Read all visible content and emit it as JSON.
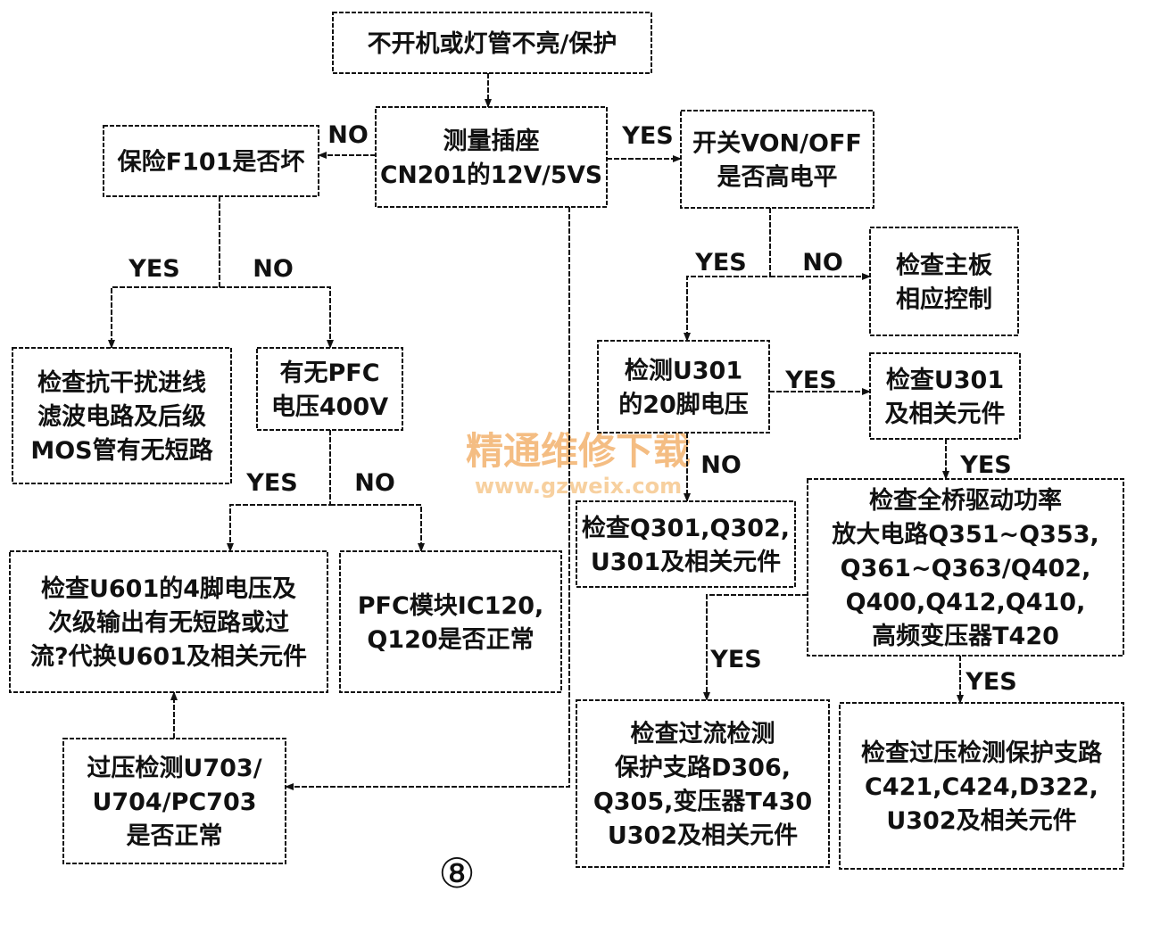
{
  "figure_number": "⑧",
  "watermark": {
    "title": "精通维修下载",
    "url": "www.gzweix.com"
  },
  "boxes": {
    "start": [
      "不开机或灯管不亮/保护"
    ],
    "measure": [
      "测量插座",
      "CN201的12V/5VS"
    ],
    "fuse": [
      "保险F101是否坏"
    ],
    "von": [
      "开关VON/OFF",
      "是否高电平"
    ],
    "mainboard": [
      "检查主板",
      "相应控制"
    ],
    "emi": [
      "检查抗干扰进线",
      "滤波电路及后级",
      "MOS管有无短路"
    ],
    "pfc_voltage": [
      "有无PFC",
      "电压400V"
    ],
    "u301_pin": [
      "检测U301",
      "的20脚电压"
    ],
    "u301_check": [
      "检查U301",
      "及相关元件"
    ],
    "q301": [
      "检查Q301,Q302,",
      "U301及相关元件"
    ],
    "fullbridge": [
      "检查全桥驱动功率",
      "放大电路Q351~Q353,",
      "Q361~Q363/Q402,",
      "Q400,Q412,Q410,",
      "高频变压器T420"
    ],
    "u601": [
      "检查U601的4脚电压及",
      "次级输出有无短路或过",
      "流?代换U601及相关元件"
    ],
    "pfc_module": [
      "PFC模块IC120,",
      "Q120是否正常"
    ],
    "overvoltage": [
      "过压检测U703/",
      "U704/PC703",
      "是否正常"
    ],
    "overcurrent": [
      "检查过流检测",
      "保护支路D306,",
      "Q305,变压器T430",
      "U302及相关元件"
    ],
    "ovp_branch": [
      "检查过压检测保护支路",
      "C421,C424,D322,",
      "U302及相关元件"
    ]
  },
  "labels": {
    "measure_no": "NO",
    "measure_yes": "YES",
    "fuse_yes": "YES",
    "fuse_no": "NO",
    "von_yes": "YES",
    "von_no": "NO",
    "u301_yes": "YES",
    "u301_no": "NO",
    "u301check_yes": "YES",
    "pfc_yes": "YES",
    "pfc_no": "NO",
    "fullbridge_yes_left": "YES",
    "fullbridge_yes_right": "YES"
  }
}
